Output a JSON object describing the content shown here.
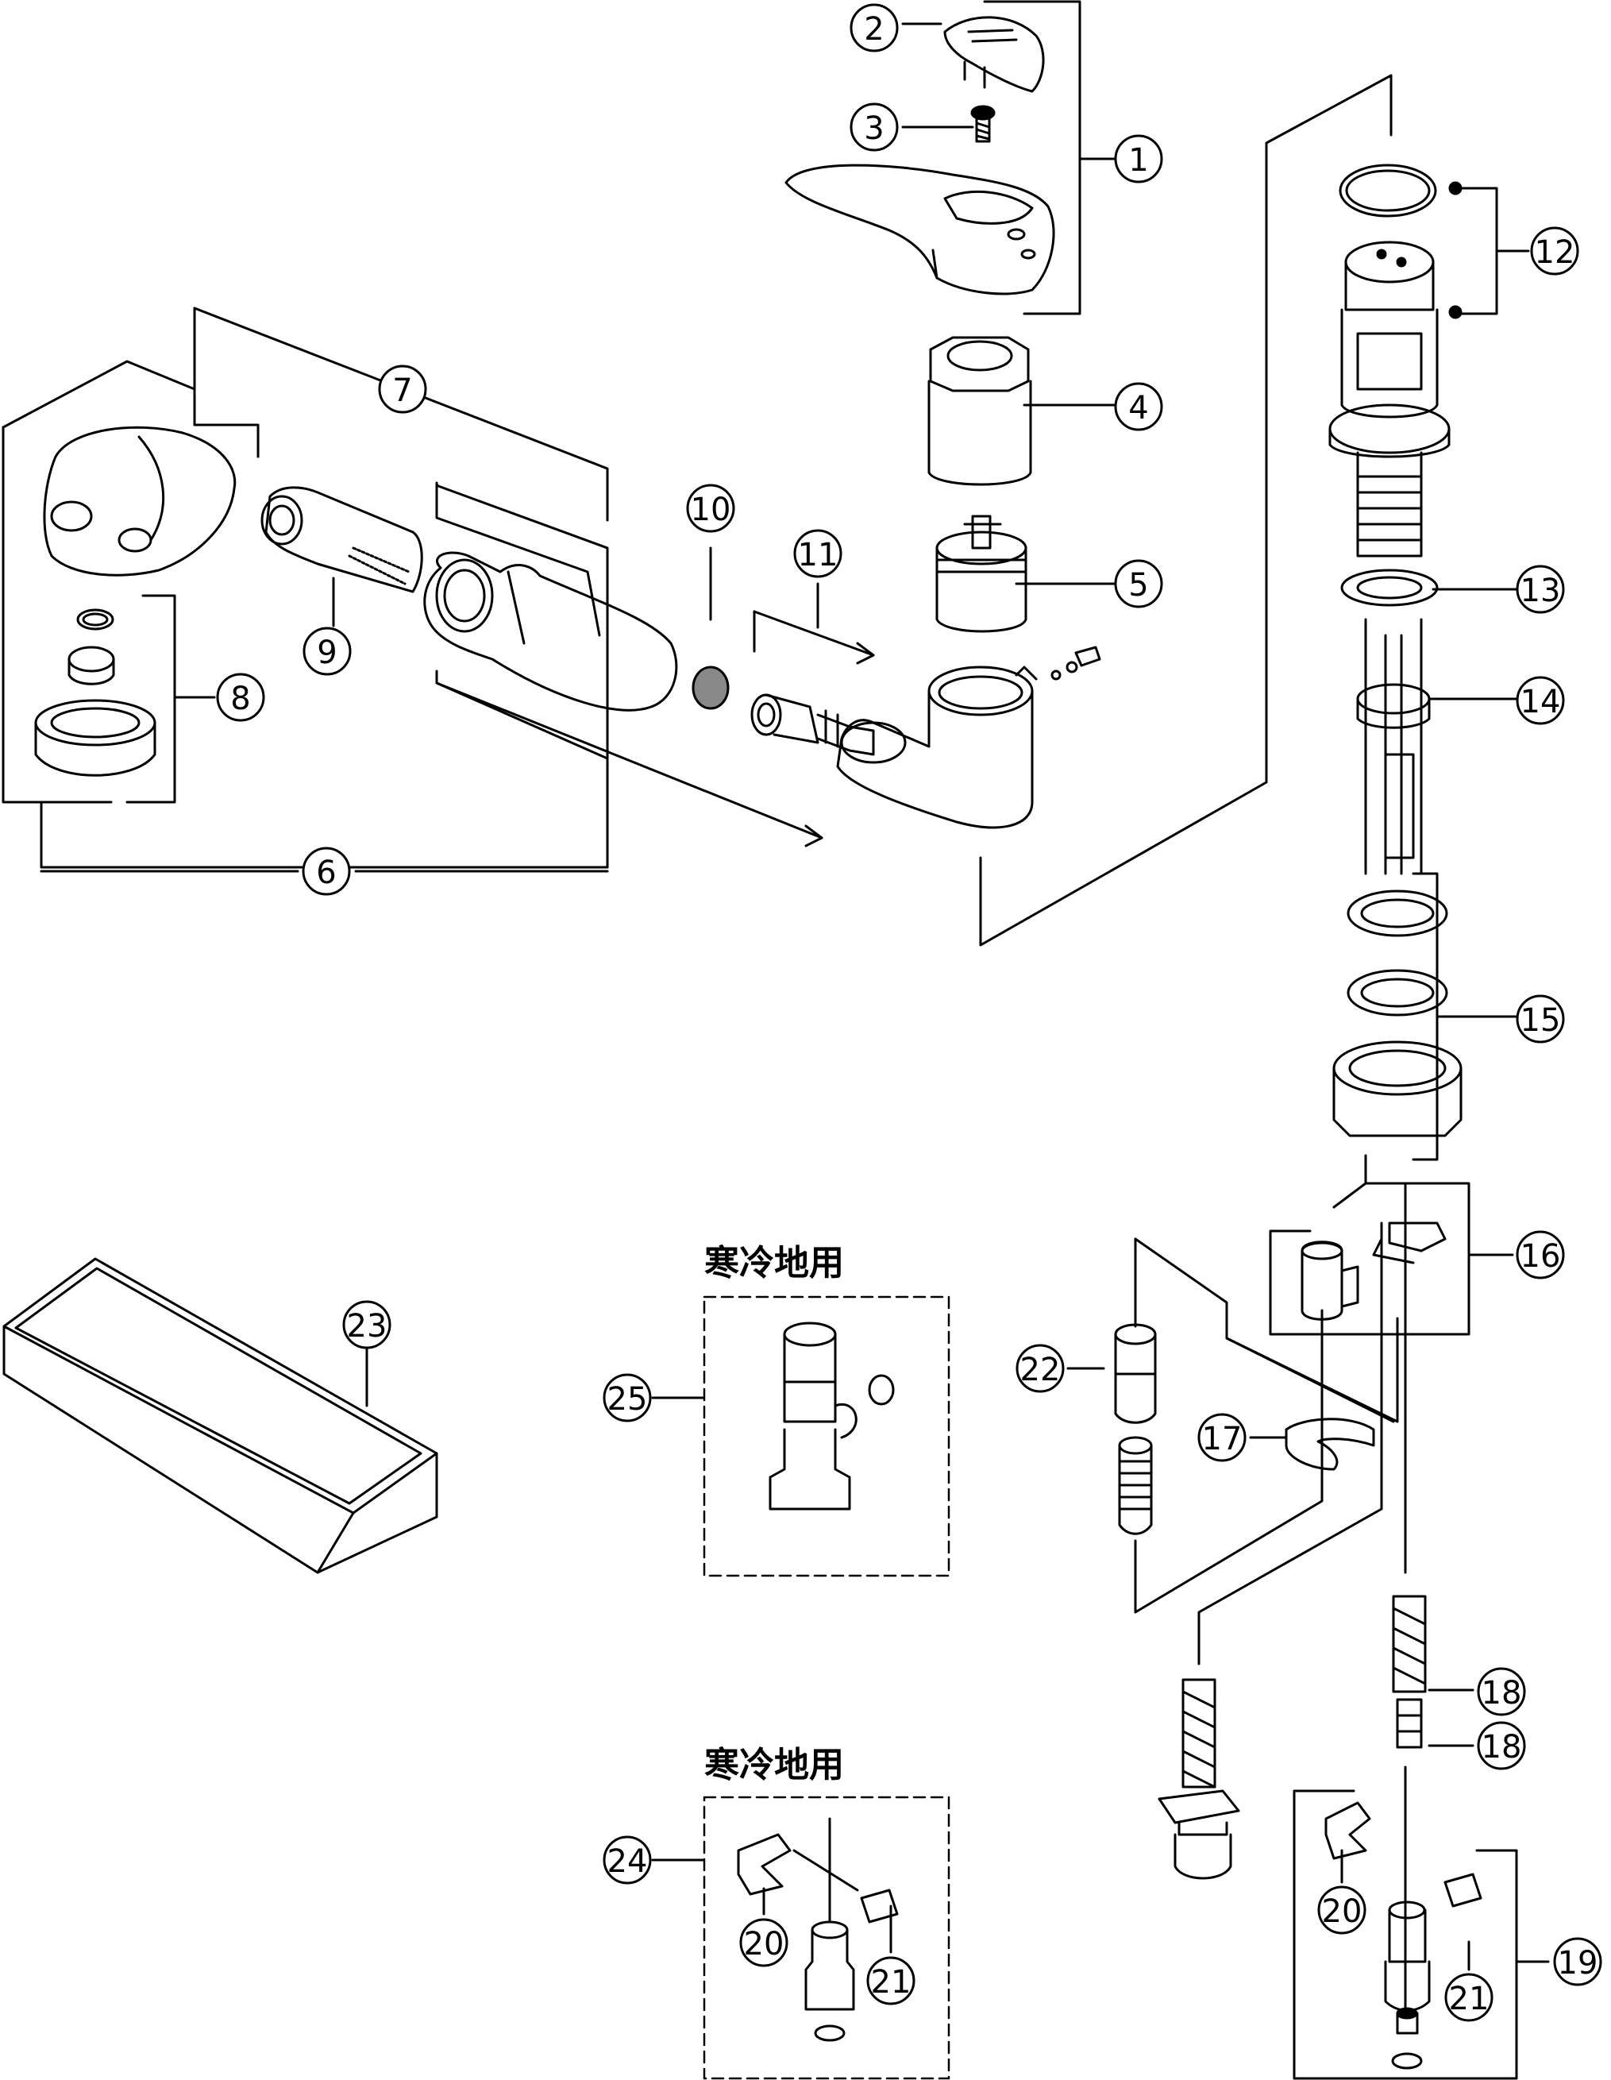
{
  "callouts": {
    "c1": "1",
    "c2": "2",
    "c3": "3",
    "c4": "4",
    "c5": "5",
    "c6": "6",
    "c7": "7",
    "c8": "8",
    "c9": "9",
    "c10": "10",
    "c11": "11",
    "c12": "12",
    "c13": "13",
    "c14": "14",
    "c15": "15",
    "c16": "16",
    "c17": "17",
    "c18": "18",
    "c19": "19",
    "c20": "20",
    "c21": "21",
    "c22": "22",
    "c23": "23",
    "c24": "24",
    "c25": "25"
  },
  "regions": {
    "cold_region_top": "寒冷地用",
    "cold_region_bottom": "寒冷地用"
  }
}
